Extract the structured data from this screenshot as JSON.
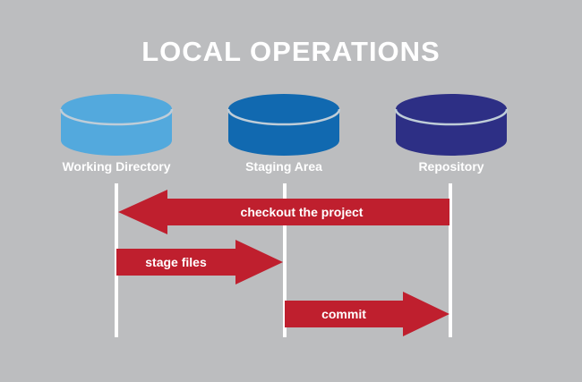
{
  "title": "LOCAL OPERATIONS",
  "colors": {
    "background": "#bcbdbf",
    "title_text": "#ffffff",
    "arrow_red": "#bf1f2e",
    "lifeline_white": "#ffffff",
    "cylinder_rim": "#bfcdd8",
    "label_text": "#ffffff"
  },
  "nodes": [
    {
      "id": "working-directory",
      "label": "Working Directory",
      "color": "#53a9dd"
    },
    {
      "id": "staging-area",
      "label": "Staging Area",
      "color": "#1169b0"
    },
    {
      "id": "repository",
      "label": "Repository",
      "color": "#2d2f85"
    }
  ],
  "arrows": [
    {
      "id": "checkout",
      "label": "checkout the project",
      "direction": "left",
      "from": "repository",
      "to": "working-directory"
    },
    {
      "id": "stage",
      "label": "stage files",
      "direction": "right",
      "from": "working-directory",
      "to": "staging-area"
    },
    {
      "id": "commit",
      "label": "commit",
      "direction": "right",
      "from": "staging-area",
      "to": "repository"
    }
  ]
}
